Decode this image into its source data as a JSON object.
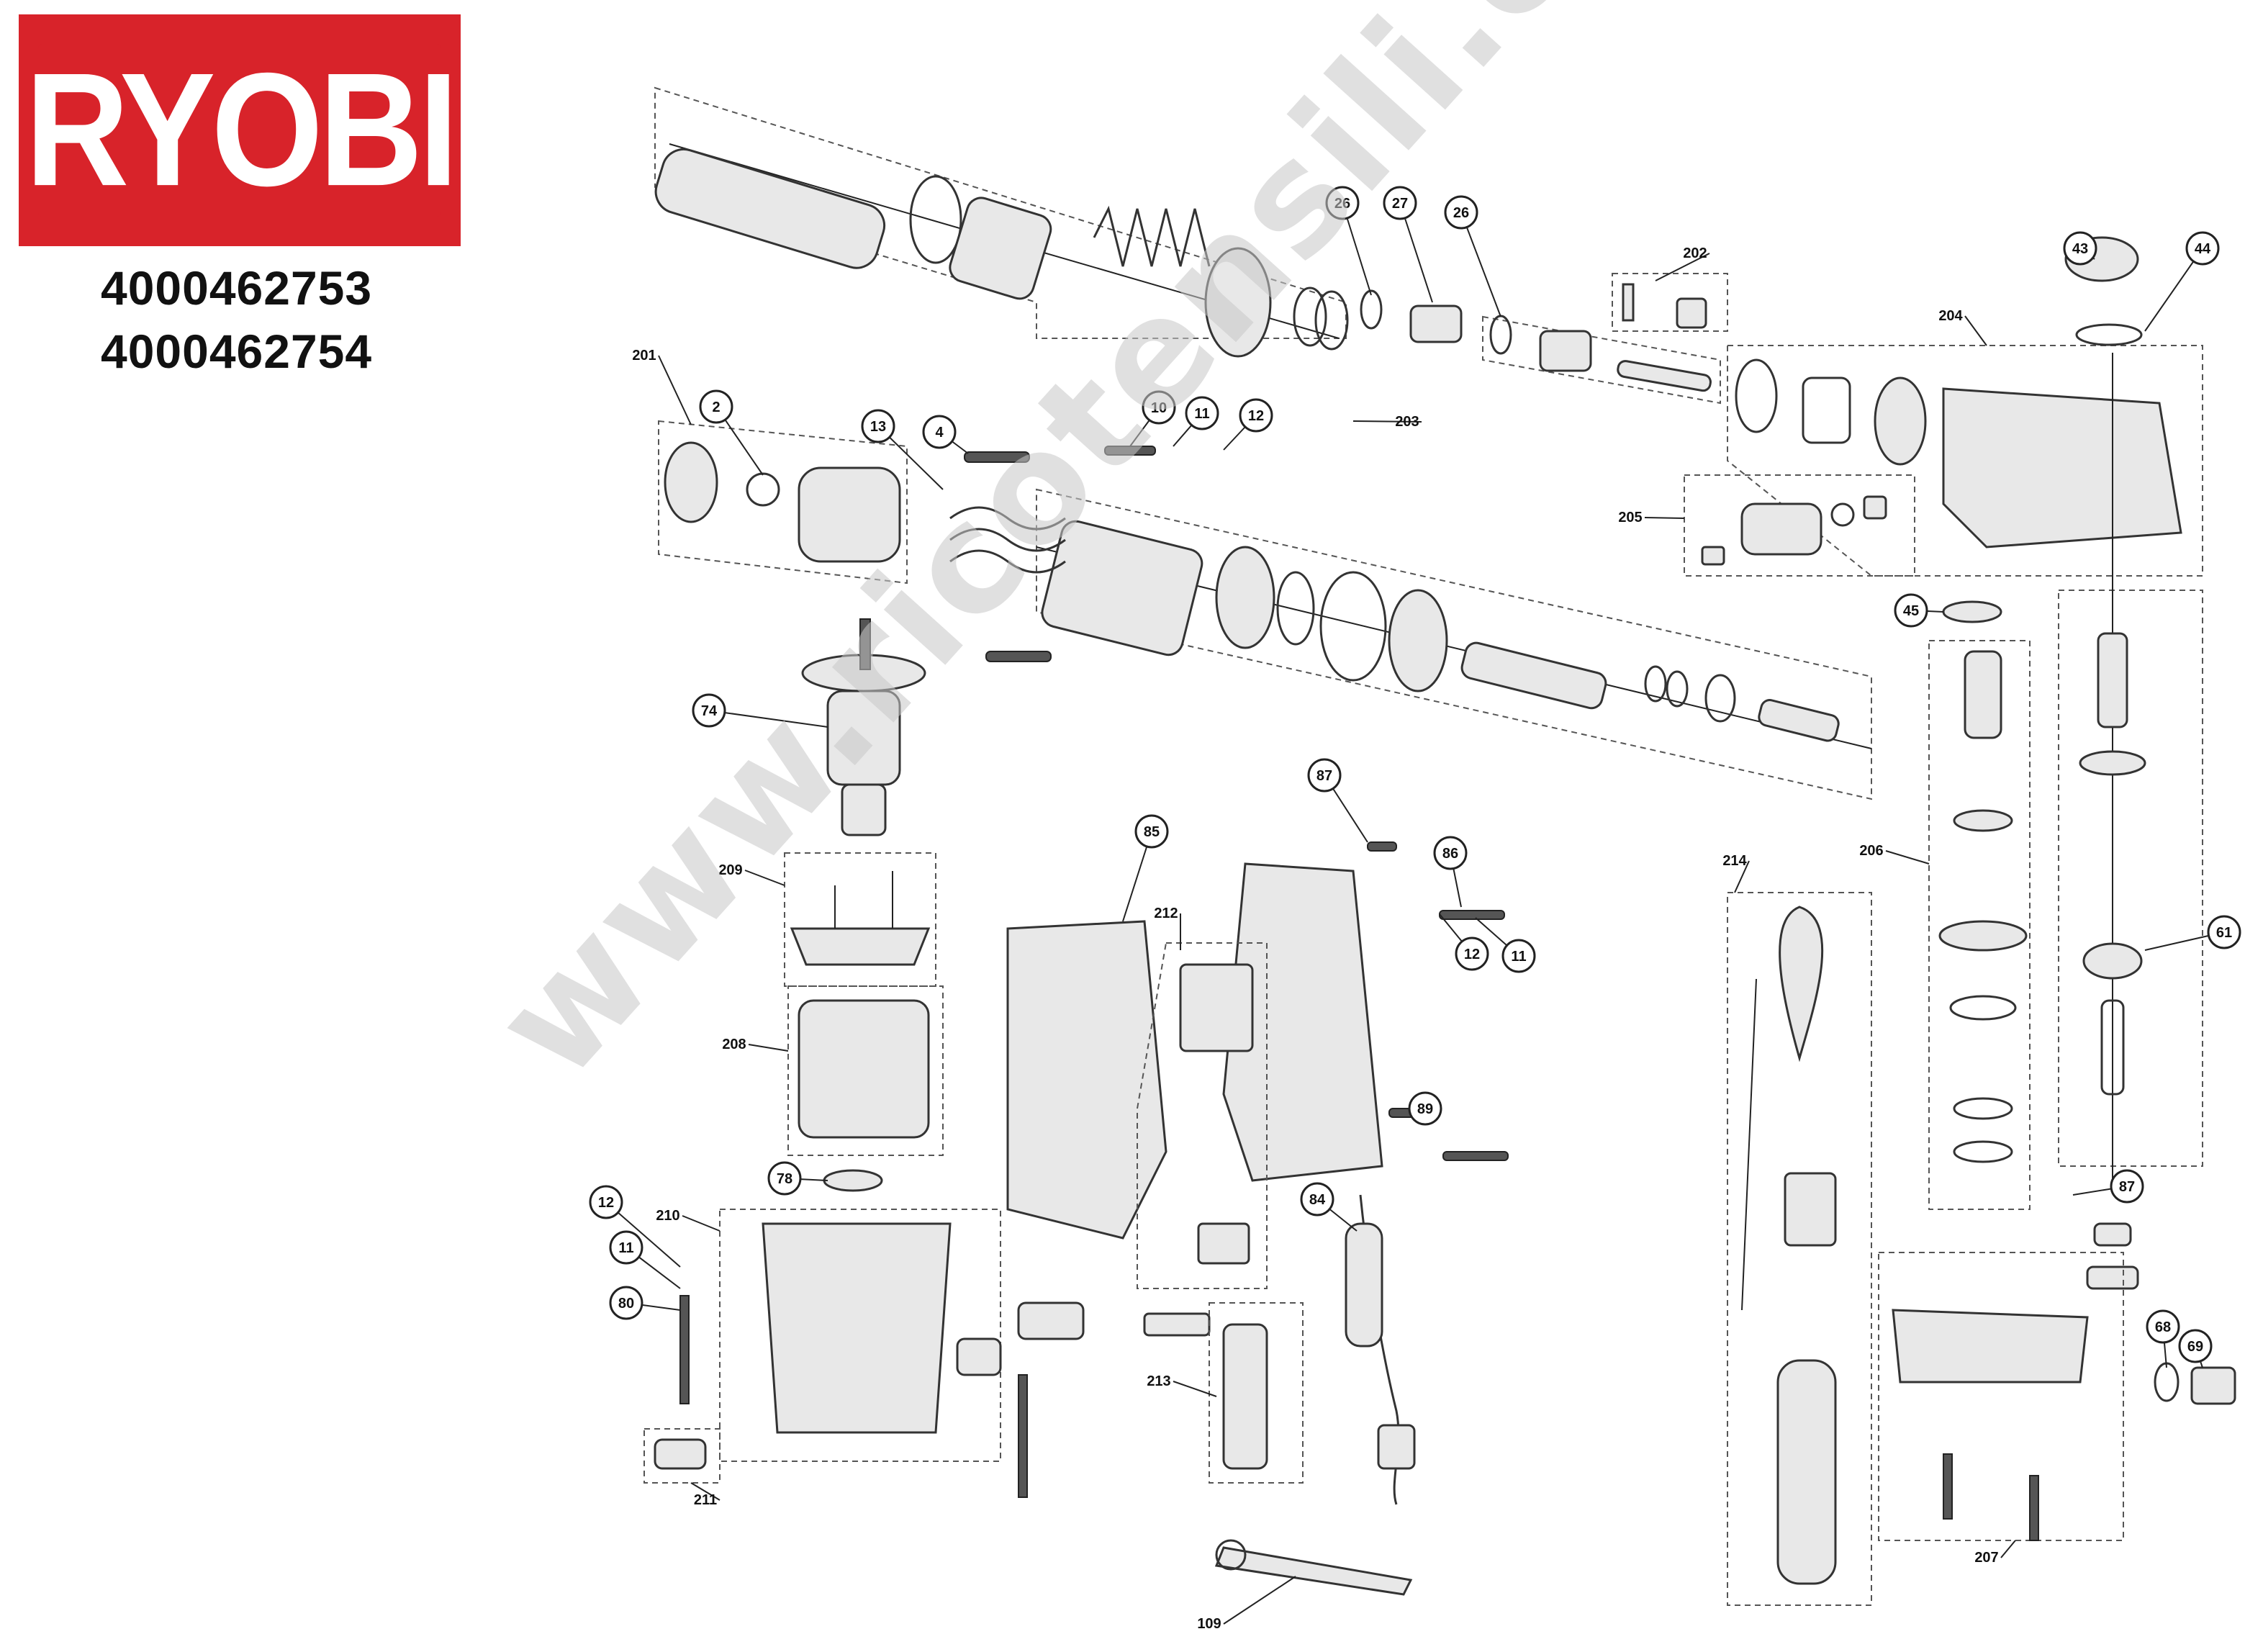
{
  "brand": {
    "logo_text": "RYOBI",
    "logo_color": "#d8232a",
    "text_color": "#ffffff"
  },
  "models": [
    "4000462753",
    "4000462754"
  ],
  "watermark": "www.ricotensili.com",
  "callouts": [
    {
      "id": "c-26a",
      "label": "26"
    },
    {
      "id": "c-27",
      "label": "27"
    },
    {
      "id": "c-26b",
      "label": "26"
    },
    {
      "id": "c-43",
      "label": "43"
    },
    {
      "id": "c-44",
      "label": "44"
    },
    {
      "id": "c-2",
      "label": "2"
    },
    {
      "id": "c-13",
      "label": "13"
    },
    {
      "id": "c-4",
      "label": "4"
    },
    {
      "id": "c-10",
      "label": "10"
    },
    {
      "id": "c-11a",
      "label": "11"
    },
    {
      "id": "c-12a",
      "label": "12"
    },
    {
      "id": "c-45",
      "label": "45"
    },
    {
      "id": "c-74",
      "label": "74"
    },
    {
      "id": "c-87a",
      "label": "87"
    },
    {
      "id": "c-85",
      "label": "85"
    },
    {
      "id": "c-86",
      "label": "86"
    },
    {
      "id": "c-12b",
      "label": "12"
    },
    {
      "id": "c-11b",
      "label": "11"
    },
    {
      "id": "c-61",
      "label": "61"
    },
    {
      "id": "c-89",
      "label": "89"
    },
    {
      "id": "c-78",
      "label": "78"
    },
    {
      "id": "c-12c",
      "label": "12"
    },
    {
      "id": "c-11c",
      "label": "11"
    },
    {
      "id": "c-80",
      "label": "80"
    },
    {
      "id": "c-84",
      "label": "84"
    },
    {
      "id": "c-87b",
      "label": "87"
    },
    {
      "id": "c-68",
      "label": "68"
    },
    {
      "id": "c-69",
      "label": "69"
    }
  ],
  "group_labels": [
    {
      "id": "g-201",
      "label": "201"
    },
    {
      "id": "g-202",
      "label": "202"
    },
    {
      "id": "g-203",
      "label": "203"
    },
    {
      "id": "g-204",
      "label": "204"
    },
    {
      "id": "g-205",
      "label": "205"
    },
    {
      "id": "g-206",
      "label": "206"
    },
    {
      "id": "g-207",
      "label": "207"
    },
    {
      "id": "g-208",
      "label": "208"
    },
    {
      "id": "g-209",
      "label": "209"
    },
    {
      "id": "g-210",
      "label": "210"
    },
    {
      "id": "g-211",
      "label": "211"
    },
    {
      "id": "g-212",
      "label": "212"
    },
    {
      "id": "g-213",
      "label": "213"
    },
    {
      "id": "g-214",
      "label": "214"
    },
    {
      "id": "g-109",
      "label": "109"
    }
  ]
}
